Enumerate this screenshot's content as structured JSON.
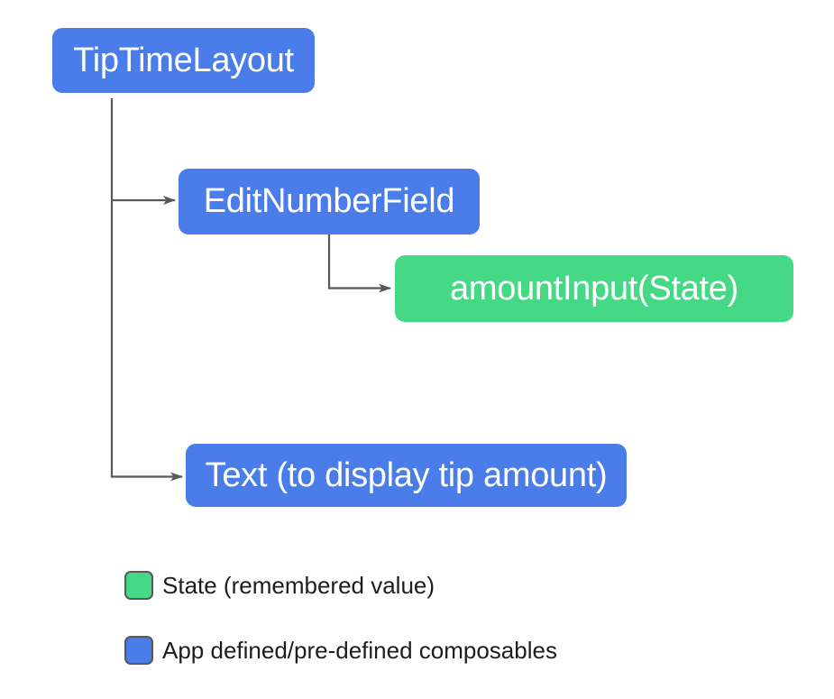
{
  "diagram": {
    "nodes": [
      {
        "id": "tiptimelayout",
        "label": "TipTimeLayout",
        "type": "composable"
      },
      {
        "id": "editnumberfield",
        "label": "EditNumberField",
        "type": "composable"
      },
      {
        "id": "amountinput",
        "label": "amountInput(State)",
        "type": "state"
      },
      {
        "id": "text-display",
        "label": "Text (to display tip amount)",
        "type": "composable"
      }
    ],
    "edges": [
      {
        "from": "tiptimelayout",
        "to": "editnumberfield"
      },
      {
        "from": "editnumberfield",
        "to": "amountinput"
      },
      {
        "from": "tiptimelayout",
        "to": "text-display"
      }
    ],
    "legend": [
      {
        "swatch": "state-green",
        "label": "State (remembered value)"
      },
      {
        "swatch": "composable-blue",
        "label": "App defined/pre-defined composables"
      }
    ]
  },
  "colors": {
    "composable_blue": "#4a7de9",
    "state_green": "#45d885",
    "connector_gray": "#56585a",
    "node_text": "#ffffff",
    "legend_text": "#1d1d1d",
    "background": "#ffffff"
  }
}
